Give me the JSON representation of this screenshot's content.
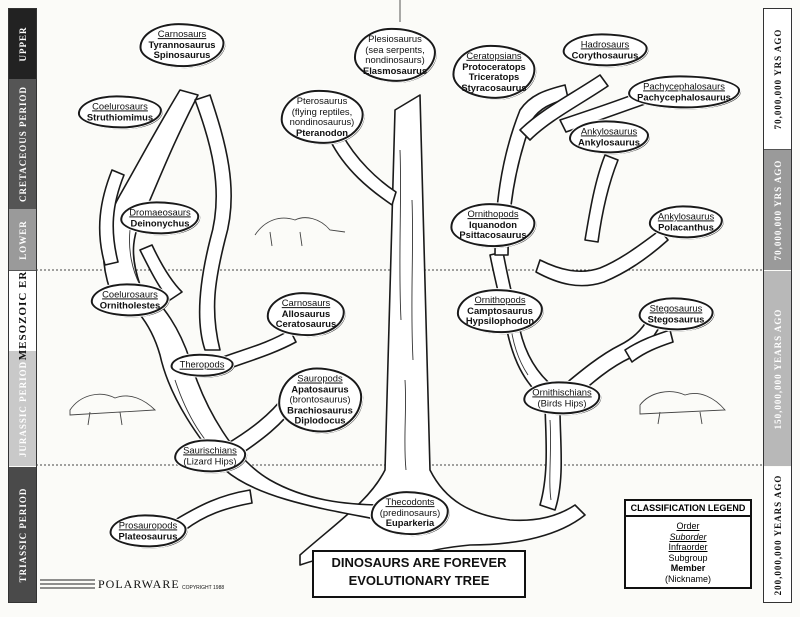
{
  "title_lines": [
    "DINOSAURS ARE FOREVER",
    "EVOLUTIONARY TREE"
  ],
  "left_strip": {
    "era": "MESOZOIC ERA",
    "upper": "UPPER",
    "cretaceous": "CRETACEOUS PERIOD",
    "lower": "LOWER",
    "jurassic": "JURASSIC PERIOD",
    "triassic": "TRIASSIC PERIOD"
  },
  "right_strip": {
    "ago70": "70,000,000 YRS AGO",
    "ago70b": "70,000,000 YRS AGO",
    "ago150": "150,000,000 YEARS AGO",
    "ago200": "200,000,000 YEARS AGO"
  },
  "nodes": [
    {
      "id": "carnosaurus-top",
      "lines": [
        {
          "t": "Carnosaurs",
          "s": "u"
        },
        {
          "t": "Tyrannosaurus",
          "s": "b"
        },
        {
          "t": "Spinosaurus",
          "s": "b"
        }
      ]
    },
    {
      "id": "coelurosaurs-top",
      "lines": [
        {
          "t": "Coelurosaurs",
          "s": "u"
        },
        {
          "t": "Struthiomimus",
          "s": "b"
        }
      ]
    },
    {
      "id": "dromaeosaurs",
      "lines": [
        {
          "t": "Dromaeosaurs",
          "s": "u"
        },
        {
          "t": "Deinonychus",
          "s": "b"
        }
      ]
    },
    {
      "id": "coelurosaurs-low",
      "lines": [
        {
          "t": "Coelurosaurs",
          "s": "u"
        },
        {
          "t": "Ornitholestes",
          "s": "b"
        }
      ]
    },
    {
      "id": "theropods",
      "lines": [
        {
          "t": "Theropods",
          "s": "u"
        }
      ]
    },
    {
      "id": "carnosaurs-mid",
      "lines": [
        {
          "t": "Carnosaurs",
          "s": "u"
        },
        {
          "t": "Allosaurus",
          "s": "b"
        },
        {
          "t": "Ceratosaurus",
          "s": "b"
        }
      ]
    },
    {
      "id": "sauropods",
      "lines": [
        {
          "t": "Sauropods",
          "s": "u"
        },
        {
          "t": "Apatosaurus",
          "s": "b"
        },
        {
          "t": "(brontosaurus)",
          "s": ""
        },
        {
          "t": "Brachiosaurus",
          "s": "b"
        },
        {
          "t": "Diplodocus",
          "s": "b"
        }
      ]
    },
    {
      "id": "saurischians",
      "lines": [
        {
          "t": "Saurischians",
          "s": "u"
        },
        {
          "t": "(Lizard Hips)",
          "s": ""
        }
      ]
    },
    {
      "id": "prosauropods",
      "lines": [
        {
          "t": "Prosauropods",
          "s": "u"
        },
        {
          "t": "Plateosaurus",
          "s": "b"
        }
      ]
    },
    {
      "id": "pterosaurus",
      "lines": [
        {
          "t": "Pterosaurus",
          "s": ""
        },
        {
          "t": "(flying reptiles,",
          "s": ""
        },
        {
          "t": "nondinosaurus)",
          "s": ""
        },
        {
          "t": "Pteranodon",
          "s": "b"
        }
      ]
    },
    {
      "id": "plesiosaurus",
      "lines": [
        {
          "t": "Plesiosaurus",
          "s": ""
        },
        {
          "t": "(sea serpents,",
          "s": ""
        },
        {
          "t": "nondinosaurs)",
          "s": ""
        },
        {
          "t": "Elasmosaurus",
          "s": "b"
        }
      ]
    },
    {
      "id": "ceratopsians",
      "lines": [
        {
          "t": "Ceratopsians",
          "s": "u"
        },
        {
          "t": "Protoceratops",
          "s": "b"
        },
        {
          "t": "Triceratops",
          "s": "b"
        },
        {
          "t": "Styracosaurus",
          "s": "b"
        }
      ]
    },
    {
      "id": "hadrosaurs",
      "lines": [
        {
          "t": "Hadrosaurs",
          "s": "u"
        },
        {
          "t": "Corythosaurus",
          "s": "b"
        }
      ]
    },
    {
      "id": "pachycephalosaurs",
      "lines": [
        {
          "t": "Pachycephalosaurs",
          "s": "u"
        },
        {
          "t": "Pachycephalosaurus",
          "s": "b"
        }
      ]
    },
    {
      "id": "ankylosaurus-top",
      "lines": [
        {
          "t": "Ankylosaurus",
          "s": "u"
        },
        {
          "t": "Ankylosaurus",
          "s": "b"
        }
      ]
    },
    {
      "id": "ornithopods-top",
      "lines": [
        {
          "t": "Ornithopods",
          "s": "u"
        },
        {
          "t": "Iquanodon",
          "s": "b"
        },
        {
          "t": "Psittacosaurus",
          "s": "b"
        }
      ]
    },
    {
      "id": "ankylosaurus-low",
      "lines": [
        {
          "t": "Ankylosaurus",
          "s": "u"
        },
        {
          "t": "Polacanthus",
          "s": "b"
        }
      ]
    },
    {
      "id": "ornithopods-low",
      "lines": [
        {
          "t": "Ornithopods",
          "s": "u"
        },
        {
          "t": "Camptosaurus",
          "s": "b"
        },
        {
          "t": "Hypsilophodon",
          "s": "b"
        }
      ]
    },
    {
      "id": "stegosaurus",
      "lines": [
        {
          "t": "Stegosaurus",
          "s": "u"
        },
        {
          "t": "Stegosaurus",
          "s": "b"
        }
      ]
    },
    {
      "id": "ornithischians",
      "lines": [
        {
          "t": "Ornithischians",
          "s": "u"
        },
        {
          "t": "(Birds Hips)",
          "s": ""
        }
      ]
    },
    {
      "id": "thecodonts",
      "lines": [
        {
          "t": "Thecodonts",
          "s": "u"
        },
        {
          "t": "(predinosaurs)",
          "s": ""
        },
        {
          "t": "Euparkeria",
          "s": "b"
        }
      ]
    }
  ],
  "legend": {
    "title": "CLASSIFICATION LEGEND",
    "order": "Order",
    "suborder": "Suborder",
    "infraorder": "Infraorder",
    "subgroup": "Subgroup",
    "member": "Member",
    "nickname": "(Nickname)"
  },
  "brand": "POLARWARE",
  "copyright": "COPYRIGHT 1988"
}
